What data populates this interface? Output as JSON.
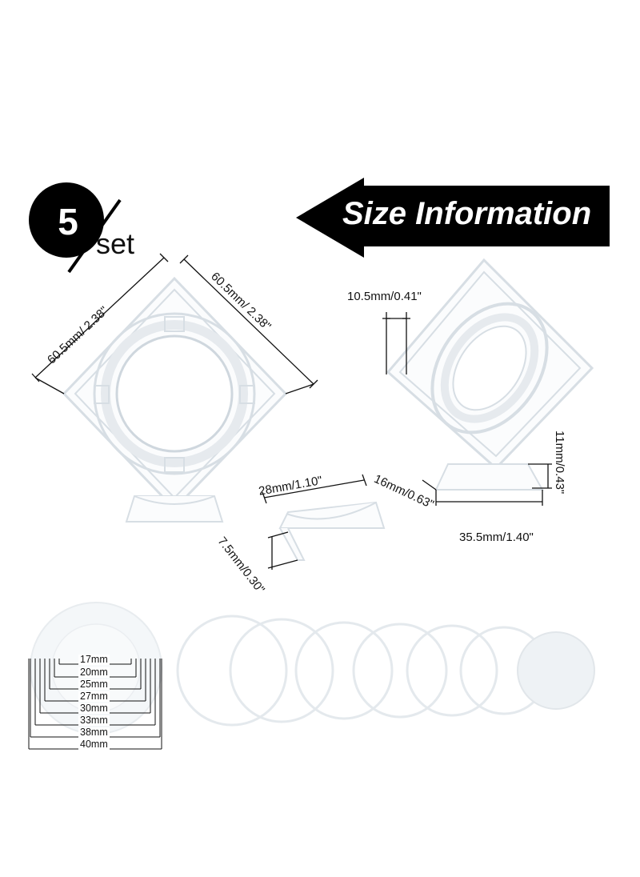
{
  "badge": {
    "number": "5",
    "unit": "set"
  },
  "banner": {
    "title": "Size Information"
  },
  "dimensions": {
    "case_width_left": "60.5mm/ 2.38\"",
    "case_width_right": "60.5mm/ 2.38\"",
    "case_depth": "10.5mm/0.41\"",
    "stand_length": "28mm/1.10\"",
    "stand_height": "7.5mm/0.30\"",
    "stand_depth": "16mm/0.63\"",
    "stand_base_length": "35.5mm/1.40\"",
    "stand_base_height": "11mm/0.43\""
  },
  "ring_sizes": [
    "17mm",
    "20mm",
    "25mm",
    "27mm",
    "30mm",
    "33mm",
    "38mm",
    "40mm"
  ],
  "colors": {
    "banner": "#000000",
    "accent": "#000000",
    "product": "#dfe6ec"
  }
}
